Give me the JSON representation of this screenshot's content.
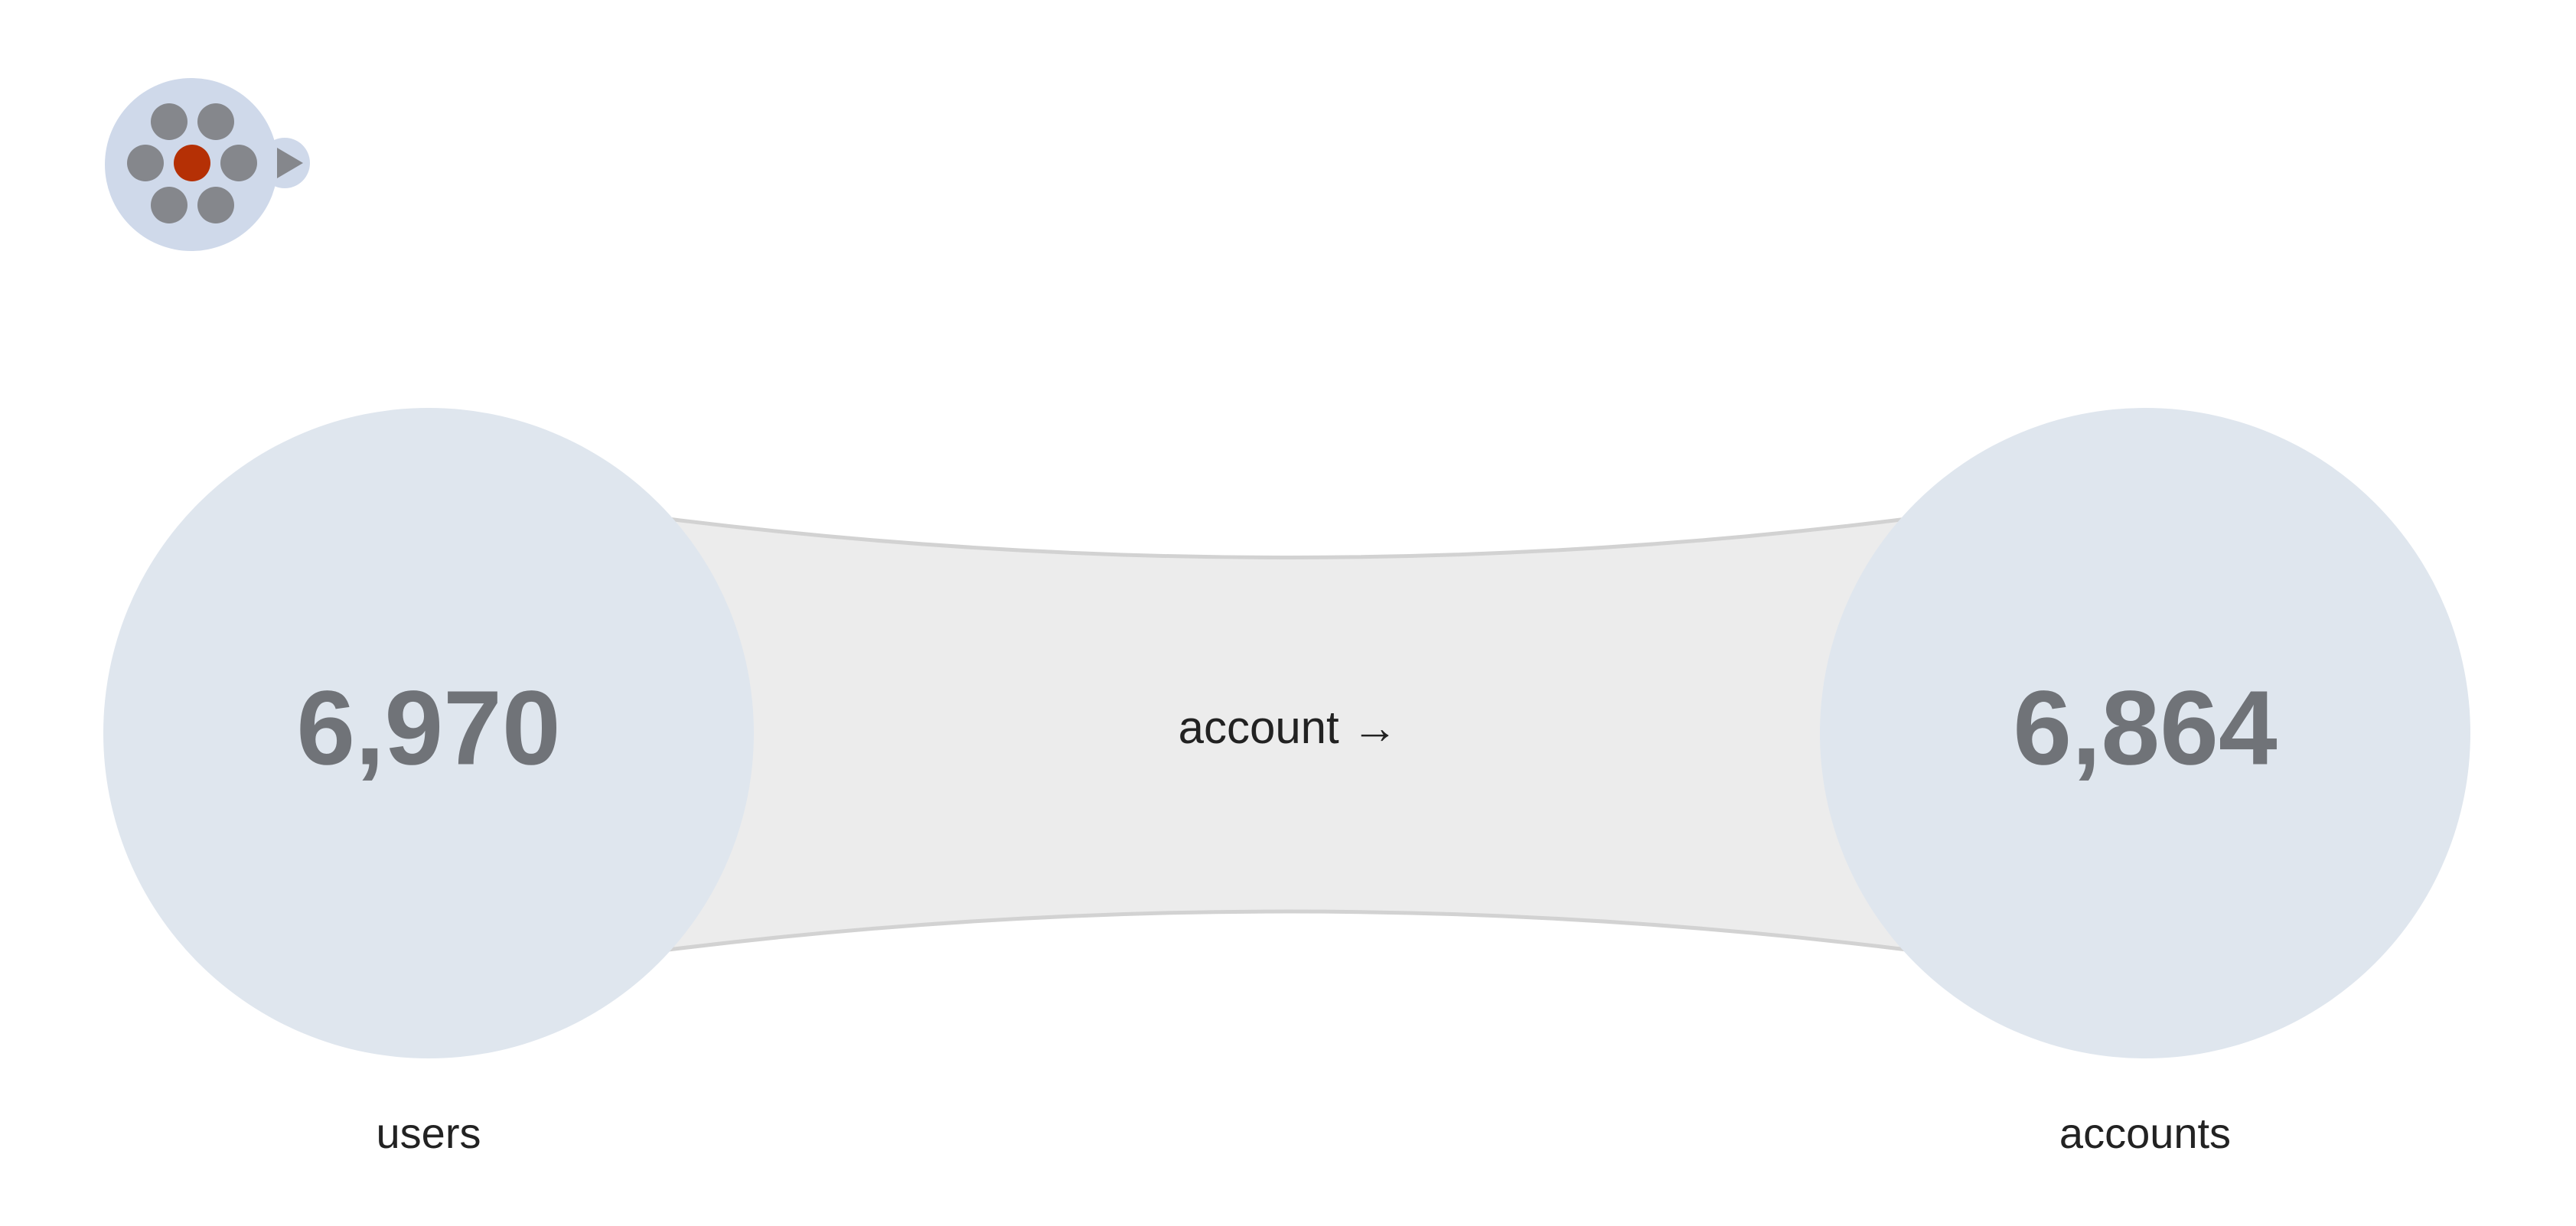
{
  "colors": {
    "node_fill": "#dfe6ee",
    "edge_fill": "#ececec",
    "edge_stroke": "#d2d2d2",
    "logo_bg": "#cfd9ea",
    "logo_dot": "#85878c",
    "logo_dot_active": "#b53005",
    "count_text": "#707378"
  },
  "logo": {
    "icon": "cluster-play-icon"
  },
  "nodes": [
    {
      "id": "users",
      "label": "users",
      "count": "6,970"
    },
    {
      "id": "accounts",
      "label": "accounts",
      "count": "6,864"
    }
  ],
  "edge": {
    "label": "account →",
    "from": "users",
    "to": "accounts"
  }
}
